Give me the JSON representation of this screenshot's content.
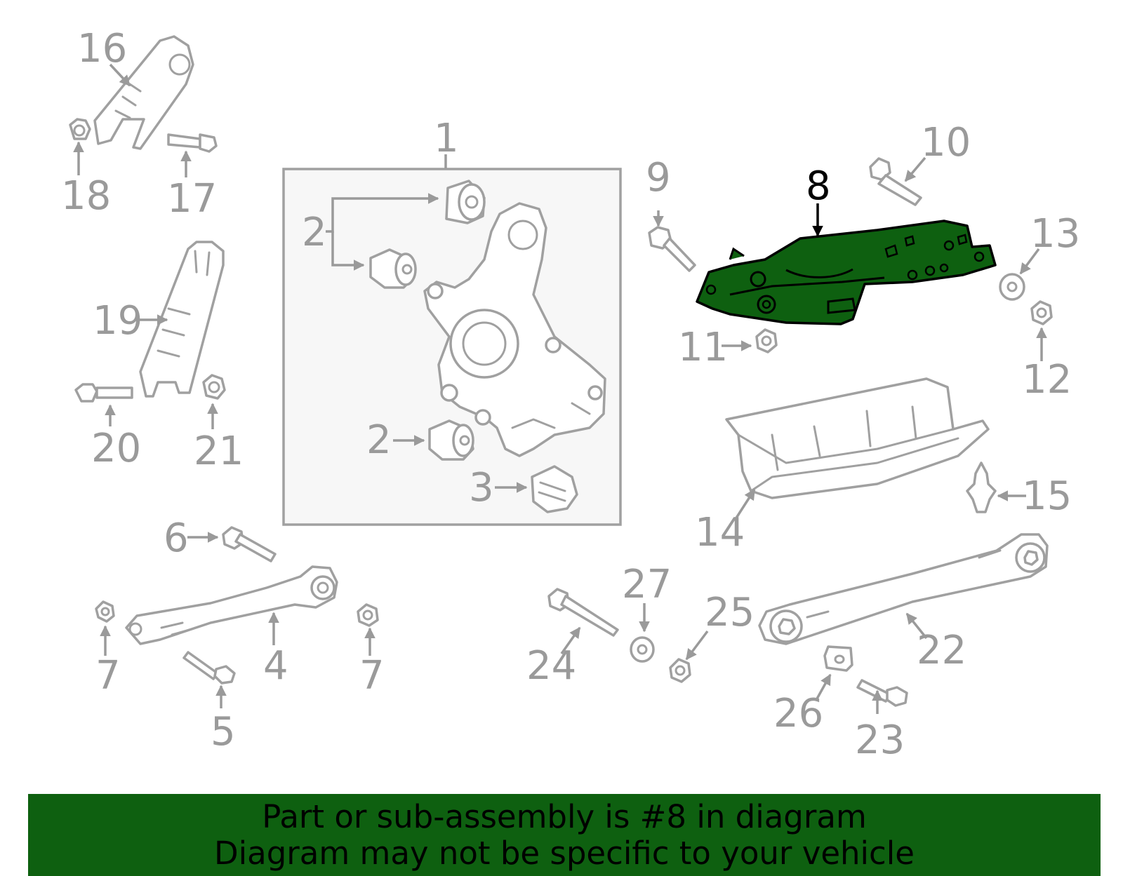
{
  "highlight_color": "#0e6010",
  "highlighted_part": "8",
  "banner": {
    "line1": "Part or sub-assembly is #8 in diagram",
    "line2": "Diagram may not be specific to your vehicle"
  },
  "callouts": {
    "c1": "1",
    "c2a": "2",
    "c2b": "2",
    "c3": "3",
    "c4": "4",
    "c5": "5",
    "c6": "6",
    "c7a": "7",
    "c7b": "7",
    "c8": "8",
    "c9": "9",
    "c10": "10",
    "c11": "11",
    "c12": "12",
    "c13": "13",
    "c14": "14",
    "c15": "15",
    "c16": "16",
    "c17": "17",
    "c18": "18",
    "c19": "19",
    "c20": "20",
    "c21": "21",
    "c22": "22",
    "c23": "23",
    "c24": "24",
    "c25": "25",
    "c26": "26",
    "c27": "27"
  }
}
